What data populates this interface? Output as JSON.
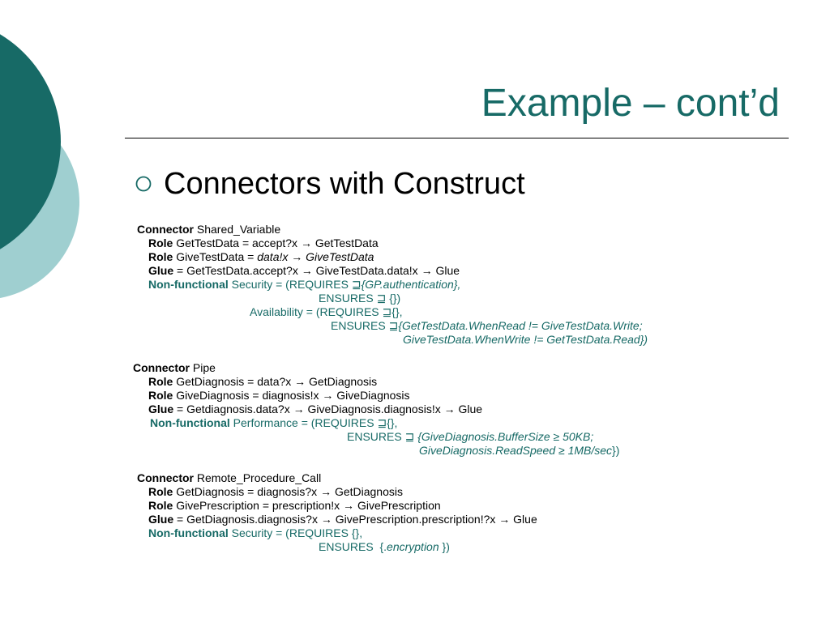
{
  "colors": {
    "accent": "#176a66",
    "light_accent": "#9fcfd0"
  },
  "title": "Example – cont’d",
  "bullet": "Connectors with Construct",
  "sym": {
    "arrow": "→",
    "sup": "⊒"
  },
  "kw": {
    "connector": "Connector",
    "role": "Role",
    "glue": "Glue",
    "nf": "Non-functional"
  },
  "c1": {
    "name": "Shared_Variable",
    "role1": "GetTestData = accept?x",
    "role1b": "GetTestData",
    "role2": "GiveTestData = ",
    "role2i": "data!x",
    "role2b": "GiveTestData",
    "glue": "= GetTestData.accept?x",
    "glue_b": "GiveTestData.data!x",
    "glue_c": "Glue",
    "nf1": "Security = (REQUIRES",
    "nf1i": "{GP.authentication},",
    "nf2": "ENSURES",
    "nf2b": "{})",
    "nf3": "Availability = (REQUIRES",
    "nf3b": "{},",
    "nf4": "ENSURES",
    "nf4i": "{GetTestData.WhenRead != GiveTestData.Write;",
    "nf5i": "GiveTestData.WhenWrite != GetTestData.Read})"
  },
  "c2": {
    "name": "Pipe",
    "role1": "GetDiagnosis = data?x",
    "role1b": "GetDiagnosis",
    "role2": "GiveDiagnosis = diagnosis!x",
    "role2b": "GiveDiagnosis",
    "glue": "= Getdiagnosis.data?x",
    "glue_b": "GiveDiagnosis.diagnosis!x",
    "glue_c": "Glue",
    "nf1": "Performance = (REQUIRES",
    "nf1b": "{},",
    "nf2": "ENSURES",
    "nf2i": "{GiveDiagnosis.BufferSize ≥ 50KB;",
    "nf3i": "GiveDiagnosis.ReadSpeed ≥ 1MB/sec",
    "nf3b": "})"
  },
  "c3": {
    "name": "Remote_Procedure_Call",
    "role1": "GetDiagnosis = diagnosis?x",
    "role1b": "GetDiagnosis",
    "role2": "GivePrescription = prescription!x",
    "role2b": "GivePrescription",
    "glue": "= GetDiagnosis.diagnosis?x",
    "glue_b": "GivePrescription.prescription!?x",
    "glue_c": "Glue",
    "nf1": "Security = (REQUIRES {},",
    "nf2": "ENSURES  {.",
    "nf2i": "encryption",
    "nf2b": " })"
  }
}
